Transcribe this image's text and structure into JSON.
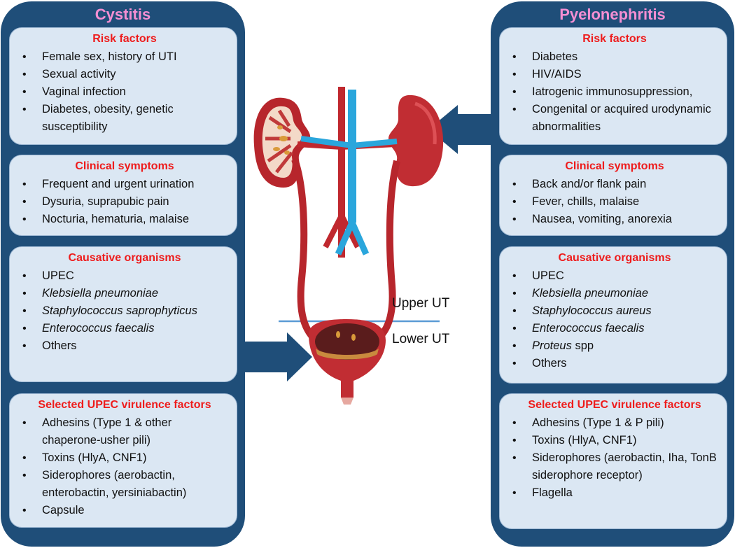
{
  "cystitis": {
    "title": "Cystitis",
    "risk": {
      "title": "Risk factors",
      "items": [
        "Female sex, history of UTI",
        "Sexual activity",
        "Vaginal infection",
        "Diabetes, obesity, genetic susceptibility"
      ]
    },
    "symptoms": {
      "title": "Clinical symptoms",
      "items": [
        "Frequent and urgent urination",
        "Dysuria, suprapubic pain",
        "Nocturia, hematuria, malaise"
      ]
    },
    "organisms": {
      "title": "Causative organisms",
      "items": [
        "UPEC",
        "Klebsiella pneumoniae",
        "Staphylococcus saprophyticus",
        "Enterococcus faecalis",
        "Others"
      ]
    },
    "virulence": {
      "title": "Selected UPEC virulence factors",
      "items": [
        "Adhesins (Type 1 & other chaperone-usher pili)",
        "Toxins (HlyA, CNF1)",
        "Siderophores (aerobactin, enterobactin, yersiniabactin)",
        "Capsule"
      ]
    }
  },
  "pyelonephritis": {
    "title": "Pyelonephritis",
    "risk": {
      "title": "Risk factors",
      "items": [
        "Diabetes",
        "HIV/AIDS",
        "Iatrogenic immunosuppression,",
        "Congenital or acquired urodynamic abnormalities"
      ]
    },
    "symptoms": {
      "title": "Clinical symptoms",
      "items": [
        "Back and/or flank pain",
        "Fever, chills, malaise",
        "Nausea, vomiting, anorexia"
      ]
    },
    "organisms": {
      "title": "Causative organisms",
      "items": [
        "UPEC",
        "Klebsiella pneumoniae",
        "Staphylococcus aureus",
        "Enterococcus faecalis",
        "Proteus",
        "Others"
      ],
      "proteus_suffix": " spp"
    },
    "virulence": {
      "title": "Selected UPEC virulence factors",
      "items": [
        "Adhesins (Type 1 & P pili)",
        "Toxins (HlyA, CNF1)",
        "Siderophores (aerobactin, Iha, TonB siderophore receptor)",
        "Flagella"
      ]
    }
  },
  "labels": {
    "upper": "Upper UT",
    "lower": "Lower UT"
  },
  "colors": {
    "panel": "#1f4e79",
    "box": "#dbe7f3",
    "title": "#f48fd3",
    "heading": "#ee1c1c",
    "artery": "#c0282e",
    "vein": "#2aa6dc"
  }
}
